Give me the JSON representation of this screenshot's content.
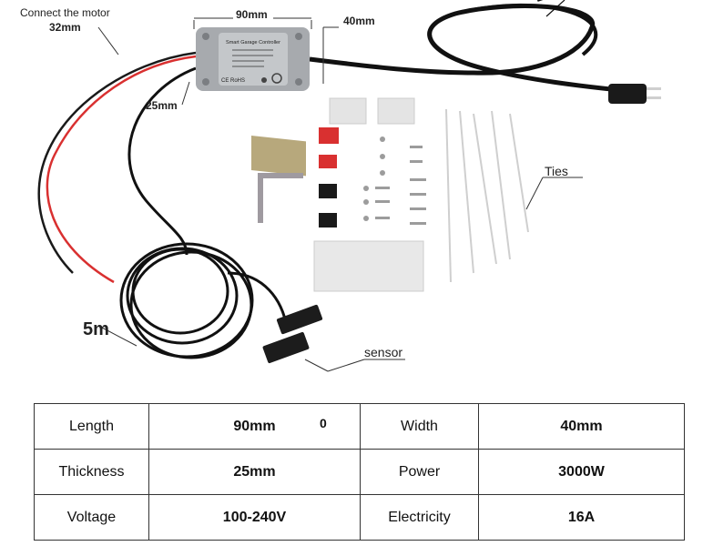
{
  "photo": {
    "labels": {
      "connect_motor": "Connect the motor",
      "dim_32": "32mm",
      "dim_90": "90mm",
      "dim_40": "40mm",
      "dim_25": "25mm",
      "ties": "Ties",
      "cable_5m": "5m",
      "sensor": "sensor"
    },
    "device": {
      "title": "Smart Garage Controller",
      "ce_rohs": "CE RoHS"
    }
  },
  "specs": {
    "rows": [
      {
        "k1": "Length",
        "v1": "90mm",
        "note": "0",
        "k2": "Width",
        "v2": "40mm"
      },
      {
        "k1": "Thickness",
        "v1": "25mm",
        "k2": "Power",
        "v2": "3000W"
      },
      {
        "k1": "Voltage",
        "v1": "100-240V",
        "k2": "Electricity",
        "v2": "16A"
      }
    ]
  }
}
